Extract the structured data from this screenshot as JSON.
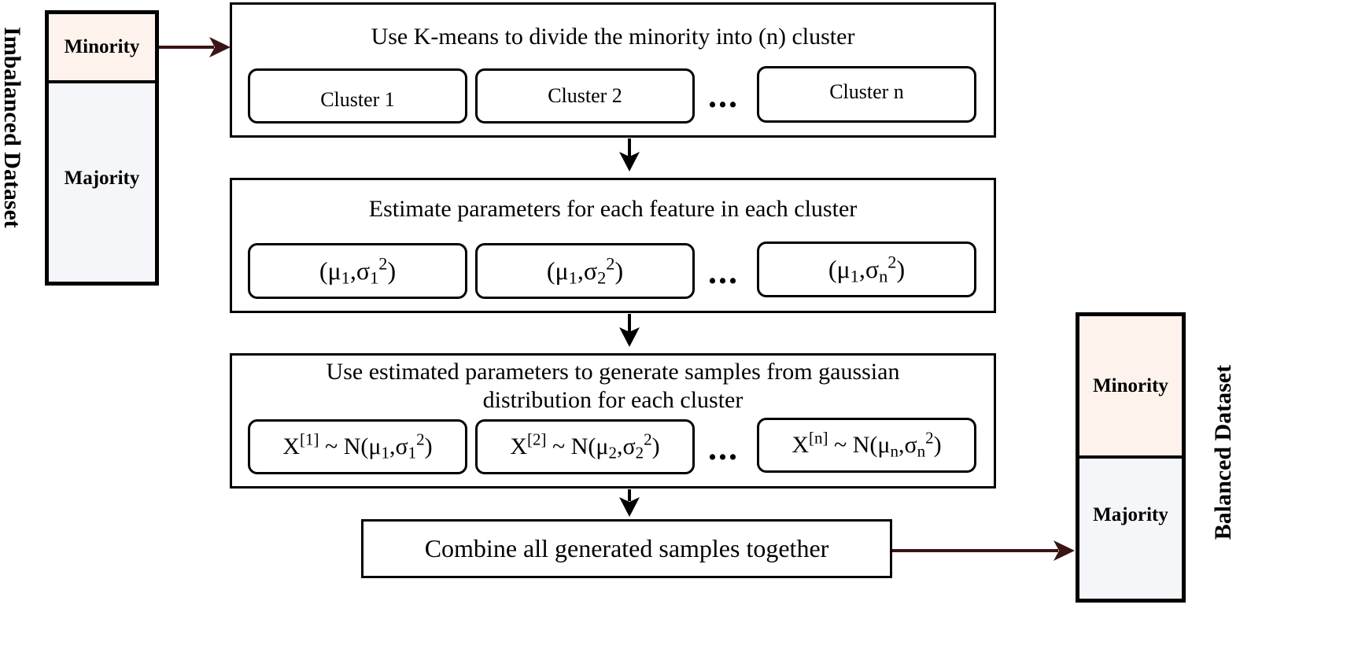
{
  "imbalanced": {
    "side_label": "Imbalanced Dataset",
    "minority_label": "Minority",
    "majority_label": "Majority"
  },
  "balanced": {
    "side_label": "Balanced Dataset",
    "minority_label": "Minority",
    "majority_label": "Majority"
  },
  "step1": {
    "title": "Use K-means to divide the minority into (n) cluster",
    "clusters": [
      "Cluster 1",
      "Cluster 2",
      "Cluster n"
    ],
    "ellipsis": "..."
  },
  "step2": {
    "title": "Estimate parameters for each feature in each cluster",
    "ellipsis": "...",
    "params": [
      {
        "open": "(μ",
        "mu_sub": "1",
        "comma": ",σ",
        "sigma_sub": "1",
        "power": "2",
        "close": ")"
      },
      {
        "open": "(μ",
        "mu_sub": "1",
        "comma": ",σ",
        "sigma_sub": "2",
        "power": "2",
        "close": ")"
      },
      {
        "open": "(μ",
        "mu_sub": "1",
        "comma": ",σ",
        "sigma_sub": "n",
        "power": "2",
        "close": ")"
      }
    ]
  },
  "step3": {
    "title_line1": "Use estimated parameters to generate samples from gaussian",
    "title_line2": "distribution for each cluster",
    "ellipsis": "...",
    "samples": [
      {
        "x": "X",
        "idx": "[1]",
        "mid": " ~ N(μ",
        "mu_sub": "1",
        "comma": ",σ",
        "sigma_sub": "1",
        "power": "2",
        "close": ")"
      },
      {
        "x": "X",
        "idx": "[2]",
        "mid": " ~ N(μ",
        "mu_sub": "2",
        "comma": ",σ",
        "sigma_sub": "2",
        "power": "2",
        "close": ")"
      },
      {
        "x": "X",
        "idx": "[n]",
        "mid": " ~ N(μ",
        "mu_sub": "n",
        "comma": ",σ",
        "sigma_sub": "n",
        "power": "2",
        "close": ")"
      }
    ]
  },
  "step4": {
    "label": "Combine all generated samples together"
  },
  "colors": {
    "minority_fill": "#fdf3ec",
    "majority_fill": "#f5f6fa",
    "side_arrow": "#3a1414",
    "flow_arrow": "#000000"
  }
}
